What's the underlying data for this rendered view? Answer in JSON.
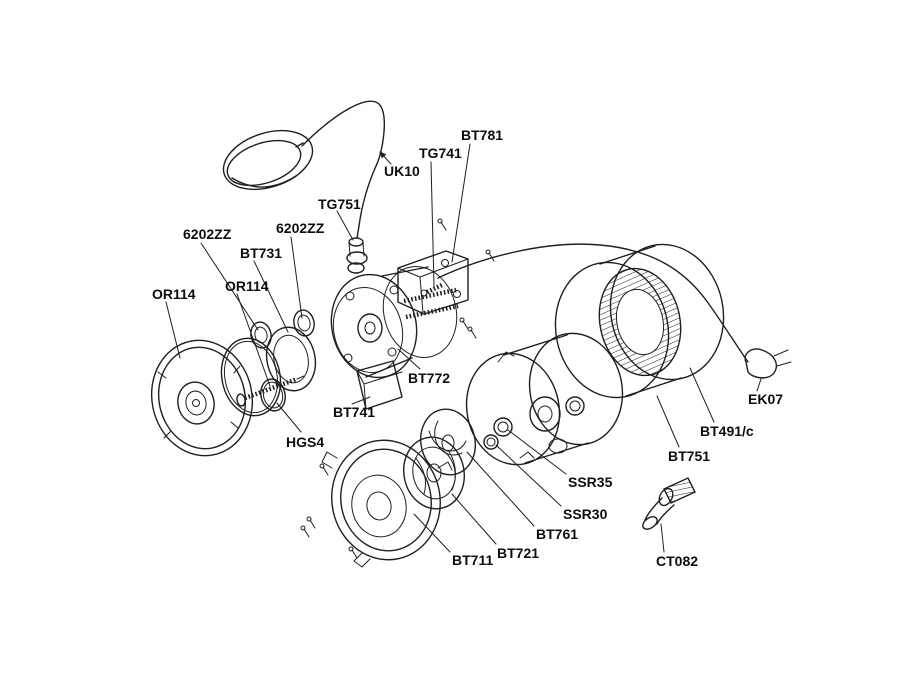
{
  "canvas": {
    "background": "#ffffff",
    "line_color": "#1f1f1f",
    "label_color": "#0d0d0d"
  },
  "parts": [
    {
      "id": "uk10",
      "label": "UK10"
    },
    {
      "id": "bt781",
      "label": "BT781"
    },
    {
      "id": "tg741",
      "label": "TG741"
    },
    {
      "id": "tg751",
      "label": "TG751"
    },
    {
      "id": "6202zz-left",
      "label": "6202ZZ"
    },
    {
      "id": "6202zz-right",
      "label": "6202ZZ"
    },
    {
      "id": "bt731",
      "label": "BT731"
    },
    {
      "id": "or114-left",
      "label": "OR114"
    },
    {
      "id": "or114-right",
      "label": "OR114"
    },
    {
      "id": "bt772",
      "label": "BT772"
    },
    {
      "id": "bt741",
      "label": "BT741"
    },
    {
      "id": "hgs4",
      "label": "HGS4"
    },
    {
      "id": "ek07",
      "label": "EK07"
    },
    {
      "id": "bt491c",
      "label": "BT491/c"
    },
    {
      "id": "bt751",
      "label": "BT751"
    },
    {
      "id": "ssr35",
      "label": "SSR35"
    },
    {
      "id": "ssr30",
      "label": "SSR30"
    },
    {
      "id": "bt761",
      "label": "BT761"
    },
    {
      "id": "bt721",
      "label": "BT721"
    },
    {
      "id": "bt711",
      "label": "BT711"
    },
    {
      "id": "ct082",
      "label": "CT082"
    }
  ]
}
